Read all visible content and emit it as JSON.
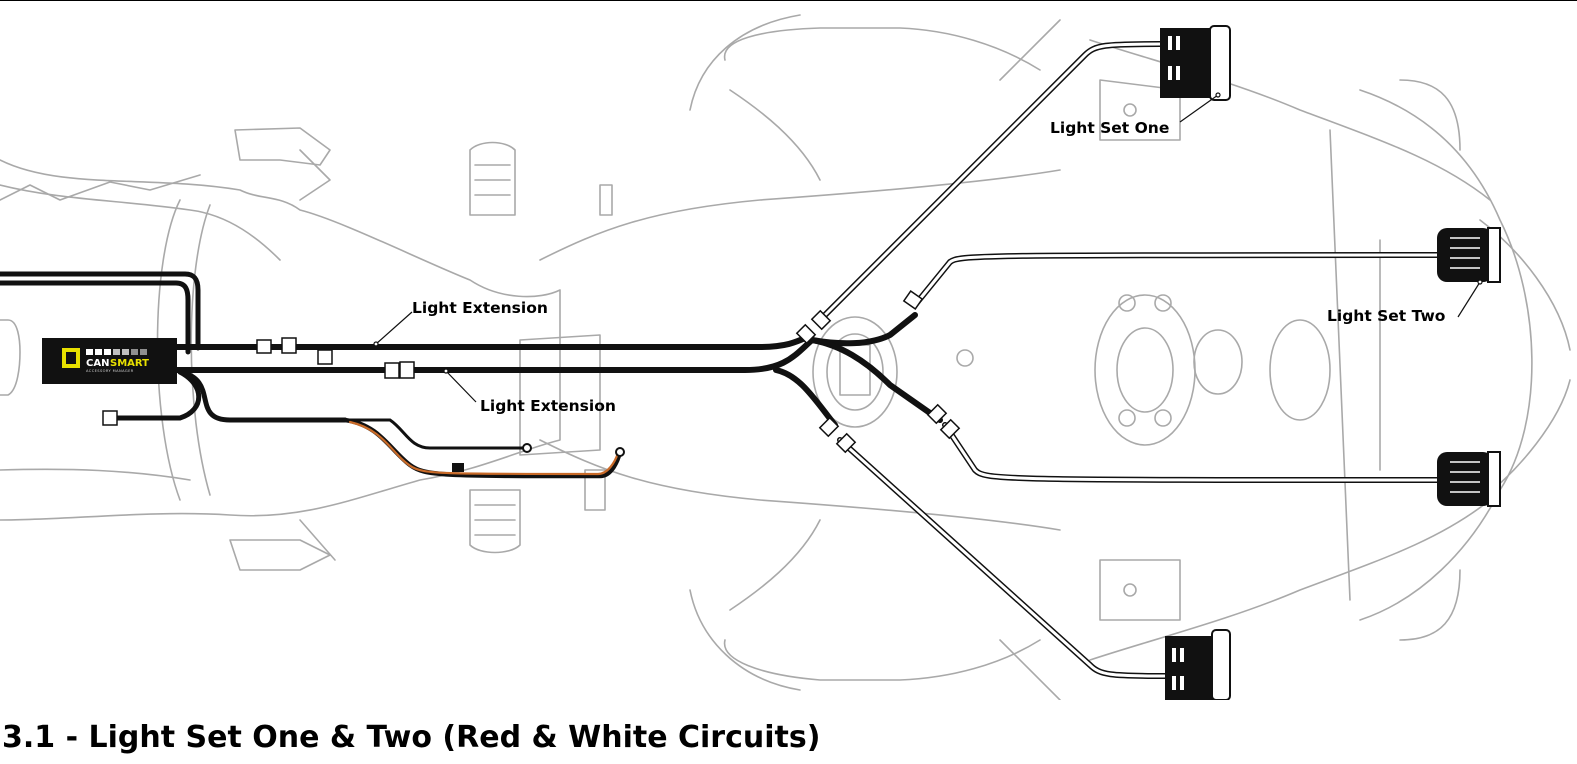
{
  "colors": {
    "harness": "#111111",
    "outline": "#a9a9a9",
    "power_wire": "#c86a28",
    "white_cable": "#ffffff",
    "module_led": "#e8e000"
  },
  "module": {
    "brand_can": "CAN",
    "brand_smart": "SMART",
    "subtitle": "ACCESSORY MANAGER"
  },
  "labels": {
    "light_extension_top": "Light Extension",
    "light_extension_bottom": "Light Extension",
    "light_set_one": "Light Set One",
    "light_set_two": "Light Set Two"
  },
  "caption": "3.1 - Light Set One & Two (Red & White Circuits)"
}
